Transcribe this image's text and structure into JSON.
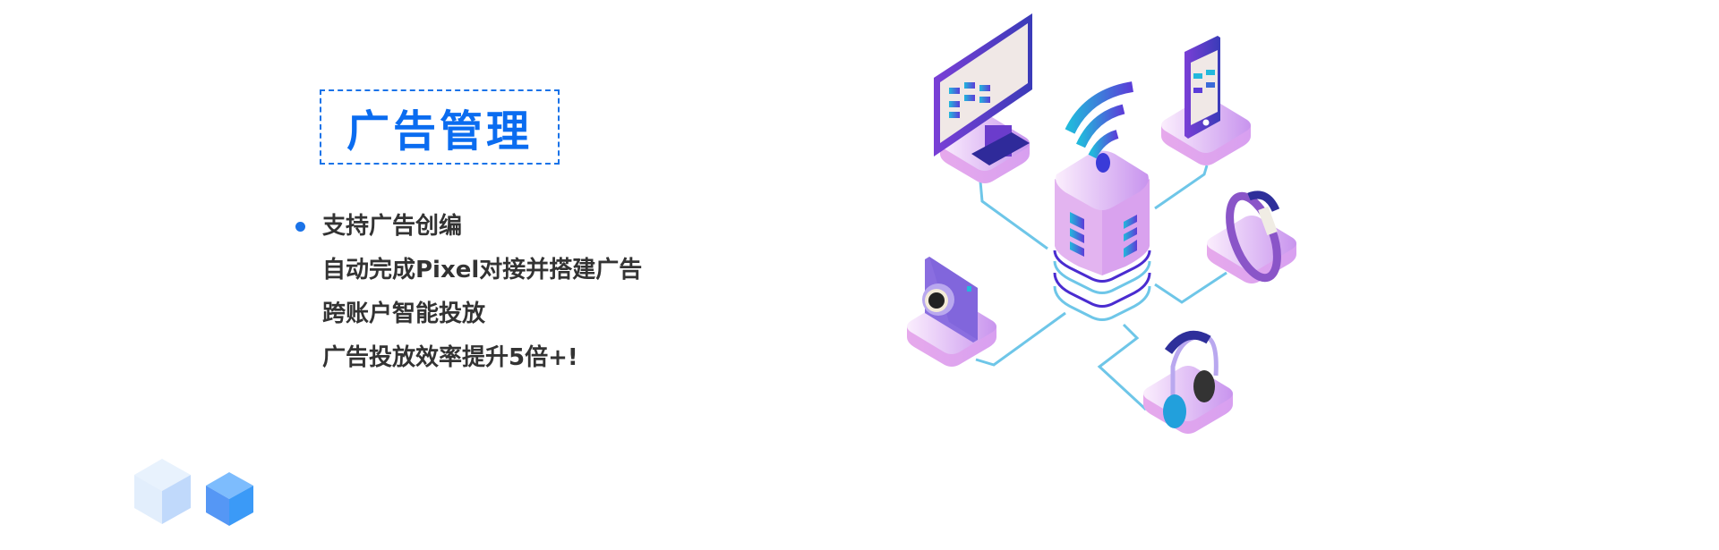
{
  "section": {
    "title": "广告管理",
    "features": [
      "支持广告创编",
      "自动完成Pixel对接并搭建广告",
      "跨账户智能投放",
      "广告投放效率提升5倍+!"
    ]
  },
  "colors": {
    "accent": "#1a73e8",
    "text": "#333333",
    "line": "#6ec6e8",
    "platform": "#e3b4f0",
    "device": "#5b3cc4"
  }
}
